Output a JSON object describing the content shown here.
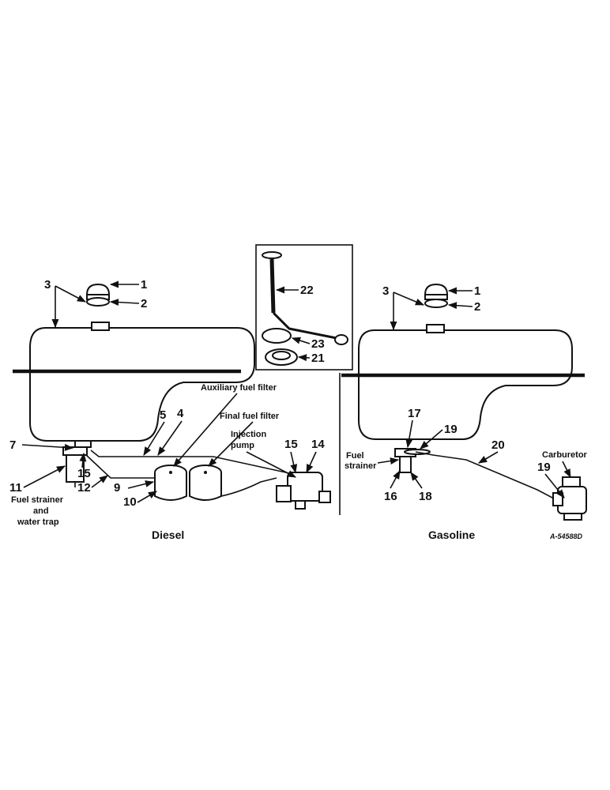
{
  "diesel": {
    "caption": "Diesel",
    "labels": {
      "aux_filter": "Auxiliary fuel filter",
      "final_filter": "Final fuel filter",
      "inj_1": "Injection",
      "inj_2": "pump",
      "strainer_1": "Fuel strainer",
      "strainer_2": "and",
      "strainer_3": "water trap"
    },
    "callouts": {
      "n1": "1",
      "n2": "2",
      "n3": "3",
      "n4": "4",
      "n5": "5",
      "n7": "7",
      "n9": "9",
      "n10": "10",
      "n11": "11",
      "n12": "12",
      "n14": "14",
      "n15a": "15",
      "n15b": "15"
    }
  },
  "inset": {
    "callouts": {
      "n21": "21",
      "n22": "22",
      "n23": "23"
    }
  },
  "gasoline": {
    "caption": "Gasoline",
    "labels": {
      "strainer_1": "Fuel",
      "strainer_2": "strainer",
      "carburetor": "Carburetor"
    },
    "callouts": {
      "n1": "1",
      "n2": "2",
      "n3": "3",
      "n16": "16",
      "n17": "17",
      "n18": "18",
      "n19a": "19",
      "n19b": "19",
      "n20": "20"
    }
  },
  "drawing_code": "A-54588D"
}
